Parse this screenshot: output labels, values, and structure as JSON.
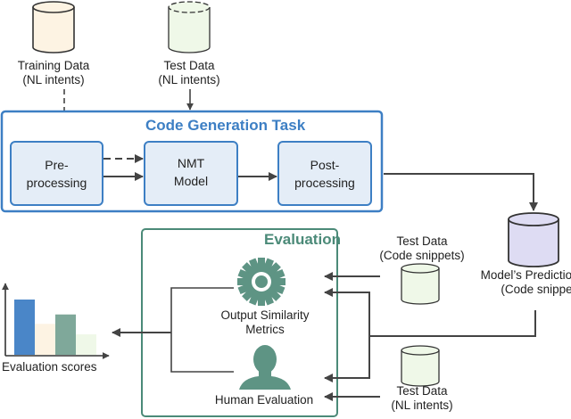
{
  "colors": {
    "task_border": "#3d7fc4",
    "task_box_fill": "#e4edf7",
    "eval_border": "#4b8a78",
    "icon_green": "#5e9484",
    "arrow": "#444444",
    "cyl_training": "#fdf3e3",
    "cyl_test": "#eff8e8",
    "cyl_prediction": "#dedcf3",
    "bar_blue": "#4a86c8",
    "bar_cream": "#fdf3e3",
    "bar_green": "#7fa89a",
    "bar_lightgreen": "#eff8e8"
  },
  "inputs": {
    "training": {
      "line1": "Training Data",
      "line2": "(NL intents)"
    },
    "test_nl": {
      "line1": "Test Data",
      "line2": "(NL intents)"
    }
  },
  "task": {
    "title": "Code Generation Task",
    "steps": [
      {
        "line1": "Pre-",
        "line2": "processing"
      },
      {
        "line1": "NMT",
        "line2": "Model"
      },
      {
        "line1": "Post-",
        "line2": "processing"
      }
    ]
  },
  "prediction": {
    "line1": "Model’s Predictions",
    "line2": "(Code snippets)"
  },
  "evaluation": {
    "title": "Evaluation",
    "metrics": {
      "line1": "Output Similarity",
      "line2": "Metrics"
    },
    "human": {
      "label": "Human Evaluation"
    },
    "test_code": {
      "line1": "Test Data",
      "line2": "(Code snippets)"
    },
    "test_nl": {
      "line1": "Test Data",
      "line2": "(NL intents)"
    }
  },
  "scores": {
    "label": "Evaluation scores",
    "bar_heights_relative": [
      1.0,
      0.56,
      0.73,
      0.37
    ]
  }
}
